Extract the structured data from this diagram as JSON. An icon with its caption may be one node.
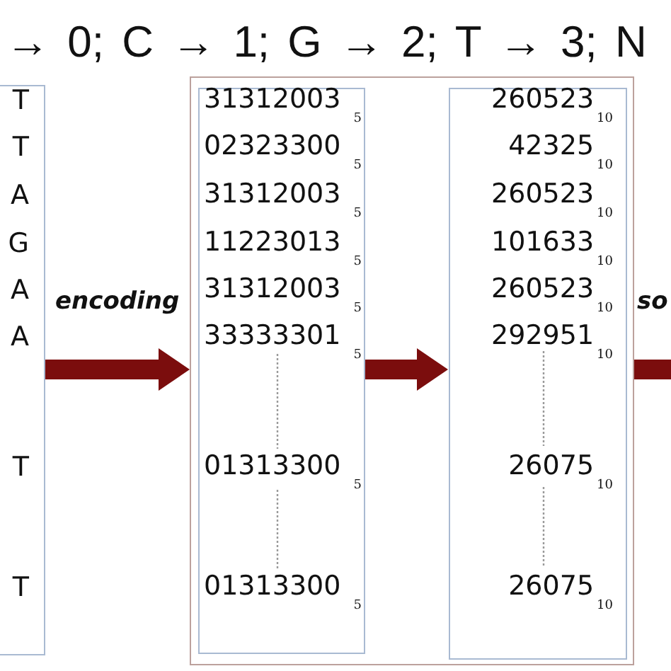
{
  "diagram": {
    "title": "→ 0; C → 1; G → 2; T → 3; N",
    "nodes": [
      {
        "text": [
          "T",
          "T",
          "A",
          "G",
          "A",
          "A",
          "T",
          "T"
        ]
      },
      {
        "text": [],
        "shape": "box"
      },
      {
        "text": [
          "31312003$_{5}$",
          "02323300$_{5}$",
          "31312003$_{5}$",
          "11223013$_{5}$",
          "31312003$_{5}$",
          "33333301$_{5}$",
          "01313300$_{5}$",
          "01313300$_{5}$"
        ],
        "in": 1
      },
      {
        "text": [
          "260523$_{10}$",
          "42325$_{10}$",
          "260523$_{10}$",
          "101633$_{10}$",
          "260523$_{10}$",
          "292951$_{10}$",
          "26075$_{10}$",
          "26075$_{10}$"
        ],
        "in": 1
      }
    ],
    "edges": [
      {
        "from": 0,
        "to": 1,
        "arrow": "to",
        "label": "encoding"
      },
      {
        "from": 2,
        "to": 3,
        "arrow": "to"
      },
      {
        "from": 1,
        "to": null,
        "arrow": "none",
        "label": "so"
      }
    ]
  }
}
